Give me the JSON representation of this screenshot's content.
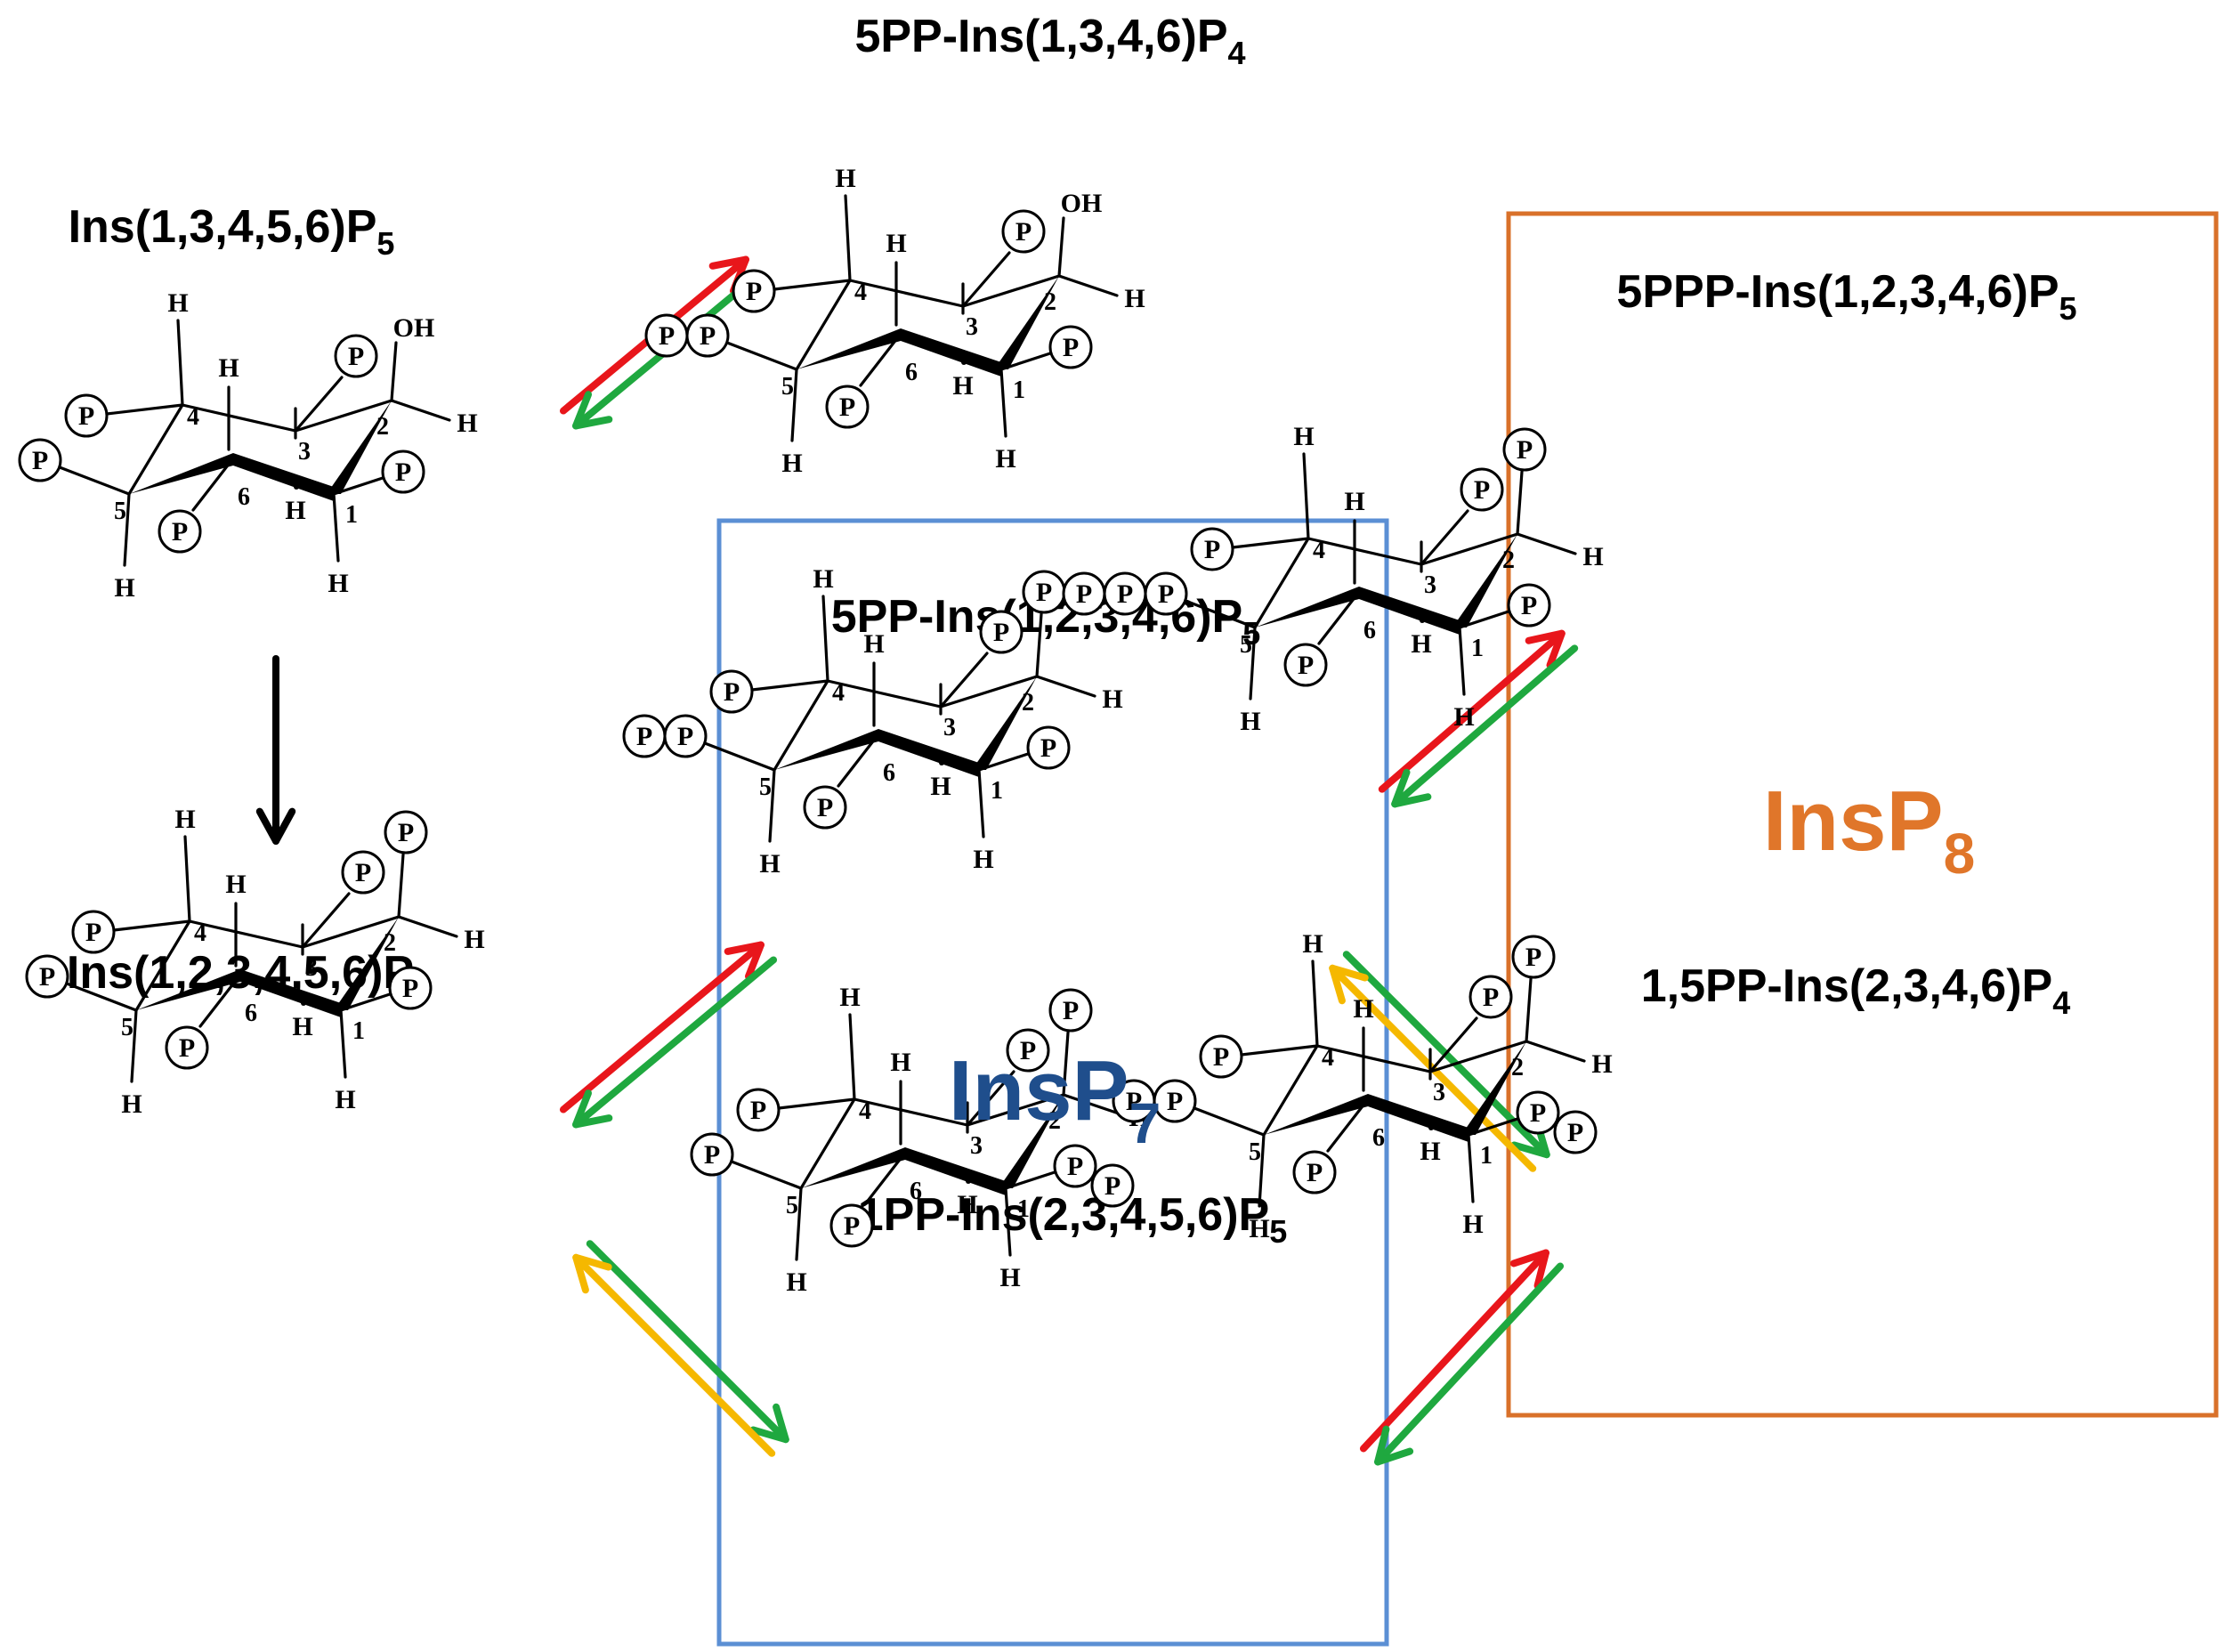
{
  "colors": {
    "insp7_box": "#5b8fd4",
    "insp8_box": "#d9712a",
    "insp7_label": "#1f4e8c",
    "insp8_label": "#e0762a",
    "arrow_red": "#e8161b",
    "arrow_green": "#1fa83f",
    "arrow_yellow": "#f5b800",
    "arrow_black": "#000000"
  },
  "groups": {
    "insp7": {
      "label": "InsP",
      "sub": "7"
    },
    "insp8": {
      "label": "InsP",
      "sub": "8"
    }
  },
  "atom_labels": {
    "hydrogen": "H",
    "hydroxyl": "OH",
    "phosphate": "P"
  },
  "molecules": [
    {
      "id": "insp5",
      "name": "Ins(1,3,4,5,6)P",
      "sub": "5",
      "c5": "P",
      "c1": "P",
      "c2": "OH"
    },
    {
      "id": "insp6",
      "name": "Ins(1,2,3,4,5,6)P",
      "sub": "6",
      "c5": "P",
      "c1": "P",
      "c2": "P"
    },
    {
      "id": "pp5_insp4",
      "name": "5PP-Ins(1,3,4,6)P",
      "sub": "4",
      "c5": "PP",
      "c1": "P",
      "c2": "OH"
    },
    {
      "id": "pp5_insp5",
      "name": "5PP-Ins(1,2,3,4,6)P",
      "sub": "5",
      "c5": "PP",
      "c1": "P",
      "c2": "P"
    },
    {
      "id": "pp1_insp5",
      "name": "1PP-Ins(2,3,4,5,6)P",
      "sub": "5",
      "c5": "P",
      "c1": "PP",
      "c2": "P"
    },
    {
      "id": "ppp5_insp5",
      "name": "5PPP-Ins(1,2,3,4,6)P",
      "sub": "5",
      "c5": "PPP",
      "c1": "P",
      "c2": "P"
    },
    {
      "id": "pp15_insp4",
      "name": "1,5PP-Ins(2,3,4,6)P",
      "sub": "4",
      "c5": "PP",
      "c1": "PP",
      "c2": "P"
    }
  ],
  "arrows": [
    {
      "from": "insp5",
      "to": "insp6",
      "colors": [
        "black"
      ]
    },
    {
      "from": "insp5",
      "to": "pp5_insp4",
      "colors": [
        "red",
        "green"
      ]
    },
    {
      "from": "insp6",
      "to": "pp5_insp5",
      "colors": [
        "red",
        "green"
      ]
    },
    {
      "from": "insp6",
      "to": "pp1_insp5",
      "colors": [
        "green",
        "yellow"
      ]
    },
    {
      "from": "pp5_insp5",
      "to": "ppp5_insp5",
      "colors": [
        "red",
        "green"
      ]
    },
    {
      "from": "pp5_insp5",
      "to": "pp15_insp4",
      "colors": [
        "green",
        "yellow"
      ]
    },
    {
      "from": "pp1_insp5",
      "to": "pp15_insp4",
      "colors": [
        "red",
        "green"
      ]
    }
  ]
}
